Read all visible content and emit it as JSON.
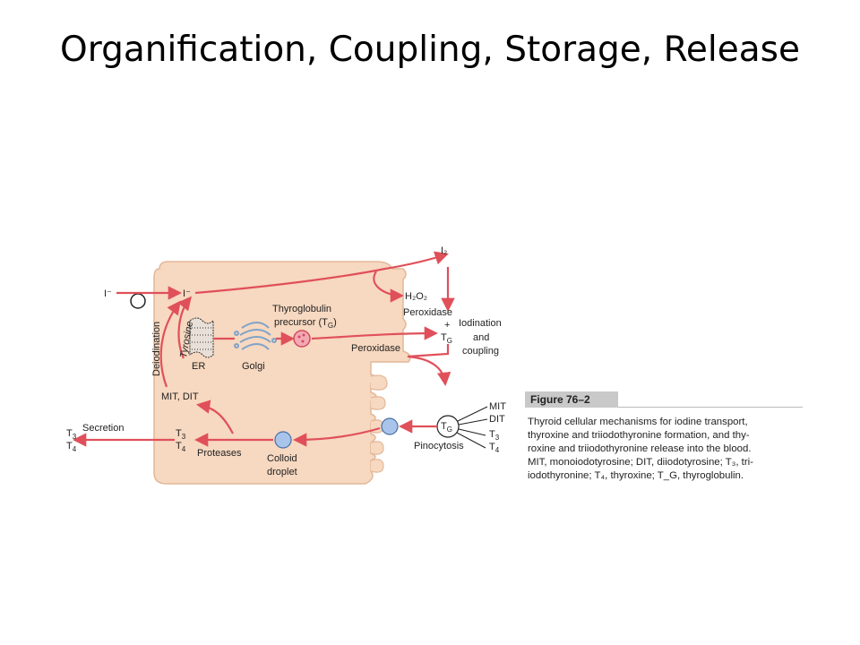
{
  "slide": {
    "title": "Organification, Coupling, Storage, Release"
  },
  "figure": {
    "tag": "Figure 76–2",
    "caption": "Thyroid cellular mechanisms for iodine transport,\nthyroxine and triiodothyronine formation, and thy-\nroxine and triiodothyronine release into the blood.\nMIT, monoiodotyrosine; DIT, diiodotyrosine; T₃, tri-\niodothyronine; T₄, thyroxine; T_G, thyroglobulin."
  },
  "diagram": {
    "iodide_outside": "I⁻",
    "iodide_inside": "I⁻",
    "iodine": "I₂",
    "h2o2": "H₂O₂",
    "peroxidase_top": "Peroxidase",
    "plus": "+",
    "tg_colloid": "T",
    "tg_sub": "G",
    "iodination_line1": "Iodination",
    "iodination_line2": "and",
    "iodination_line3": "coupling",
    "peroxidase_mid": "Peroxidase",
    "tg_precursor_line1": "Thyroglobulin",
    "tg_precursor_line2": "precursor (T",
    "tg_precursor_sub": "G",
    "tg_precursor_close": ")",
    "er": "ER",
    "golgi": "Golgi",
    "tyrosine": "Tyrosine",
    "deiodination": "Deiodination",
    "mit_dit": "MIT, DIT",
    "secretion": "Secretion",
    "t3_out": "T",
    "t3_out_sub": "3",
    "t4_out": "T",
    "t4_out_sub": "4",
    "t3_in": "T",
    "t3_in_sub": "3",
    "t4_in": "T",
    "t4_in_sub": "4",
    "proteases": "Proteases",
    "colloid_line1": "Colloid",
    "colloid_line2": "droplet",
    "pinocytosis": "Pinocytosis",
    "tg_circle": "T",
    "tg_circle_sub": "G",
    "mit": "MIT",
    "dit": "DIT",
    "t3_right": "T",
    "t3_right_sub": "3",
    "t4_right": "T",
    "t4_right_sub": "4"
  },
  "colors": {
    "cell_fill": "#f7d8c0",
    "cell_edge": "#e2b898",
    "arrow": "#e0505a",
    "droplet": "#a9c4ea",
    "vesicle": "#f3a9b4"
  }
}
